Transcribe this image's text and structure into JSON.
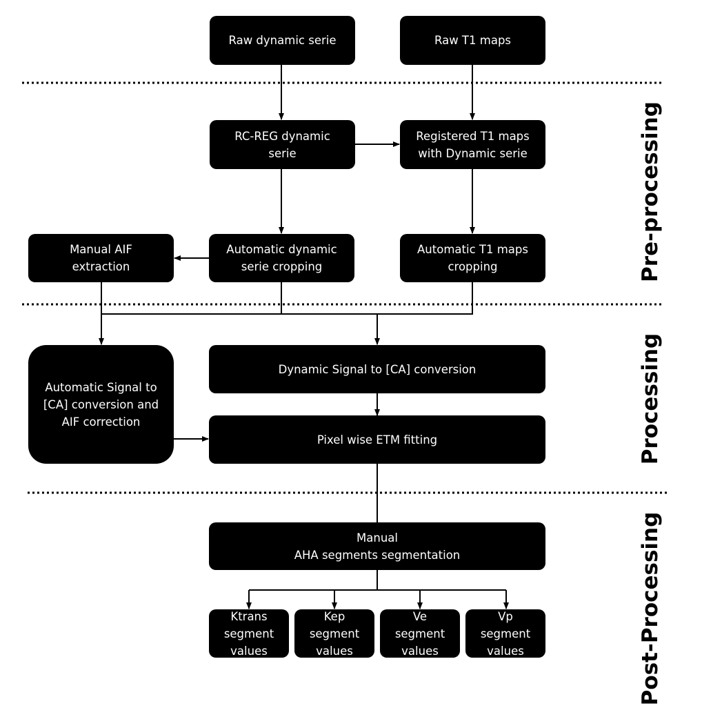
{
  "nodes": {
    "raw_dynamic": "Raw dynamic serie",
    "raw_t1": "Raw T1 maps",
    "rcreg_dynamic": "RC-REG dynamic\nserie",
    "registered_t1": "Registered T1 maps\nwith Dynamic serie",
    "manual_aif": "Manual AIF\nextraction",
    "auto_dynamic_crop": "Automatic dynamic\nserie cropping",
    "auto_t1_crop": "Automatic T1 maps\ncropping",
    "auto_signal_ca": "Automatic Signal to\n[CA] conversion and\nAIF correction",
    "dynamic_signal_ca": "Dynamic Signal to [CA] conversion",
    "pixel_etm": "Pixel wise ETM fitting",
    "manual_aha": "Manual\nAHA segments segmentation",
    "ktrans": "Ktrans\nsegment\nvalues",
    "kep": "Kep\nsegment\nvalues",
    "ve": "Ve\nsegment\nvalues",
    "vp": "Vp\nsegment\nvalues"
  },
  "phases": {
    "pre": "Pre-processing",
    "processing": "Processing",
    "post": "Post-Processing"
  }
}
